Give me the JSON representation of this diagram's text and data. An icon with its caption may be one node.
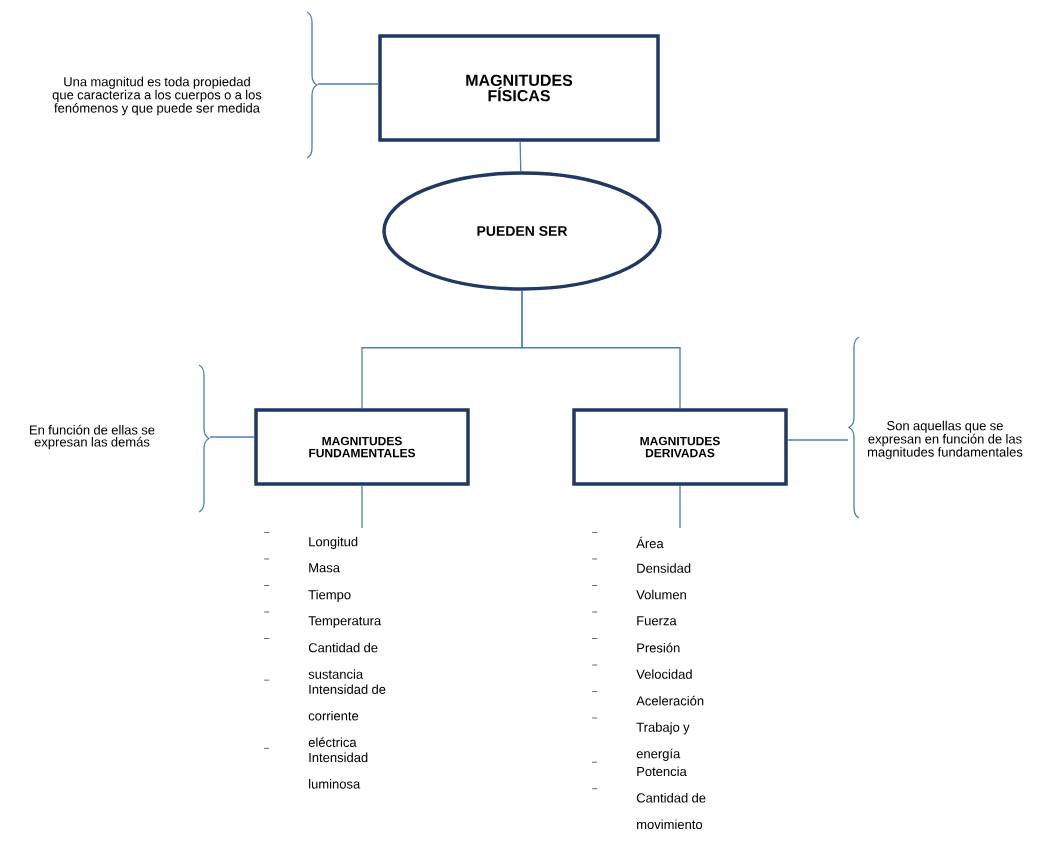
{
  "diagram": {
    "nodes": [
      {
        "text": [
          "MAGNITUDES FÍSICAS"
        ]
      },
      {
        "text": [
          "Una magnitud es toda propiedad que caracteriza a los cuerpos o a los fenómenos y que puede ser medida"
        ]
      },
      {
        "text": [
          "PUEDEN SER"
        ]
      },
      {
        "text": [
          "MAGNITUDES FUNDAMENTALES"
        ]
      },
      {
        "text": [
          "MAGNITUDES DERIVADAS"
        ]
      },
      {
        "text": [
          "En función de ellas se expresan las demás"
        ]
      },
      {
        "text": [
          "Son aquellas que se expresan en función de las magnitudes fundamentales"
        ]
      },
      {
        "text": [
          "Longitud",
          "Masa",
          "Tiempo",
          "Temperatura",
          "Cantidad de sustancia",
          "Intensidad de corriente eléctrica",
          "Intensidad luminosa"
        ]
      },
      {
        "text": [
          "Área",
          "Densidad",
          "Volumen",
          "Fuerza",
          "Presión",
          "Velocidad",
          "Aceleración",
          "Trabajo y energía",
          "Potencia",
          "Cantidad de movimiento"
        ]
      }
    ],
    "edges": [
      {
        "from": 0,
        "to": 2,
        "arrow": "none"
      },
      {
        "from": 2,
        "to": 3,
        "arrow": "none"
      },
      {
        "from": 2,
        "to": 4,
        "arrow": "none"
      },
      {
        "from": 1,
        "to": 0,
        "arrow": "none"
      },
      {
        "from": 5,
        "to": 3,
        "arrow": "none"
      },
      {
        "from": 4,
        "to": 6,
        "arrow": "none"
      },
      {
        "from": 3,
        "to": 7,
        "arrow": "none"
      },
      {
        "from": 4,
        "to": 8,
        "arrow": "none"
      }
    ]
  }
}
